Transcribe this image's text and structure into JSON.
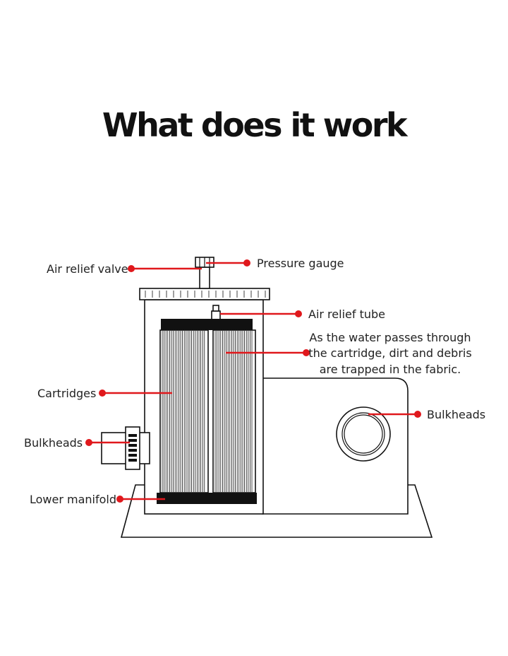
{
  "title": "What does it work",
  "labels": {
    "air_relief_valve": "Air relief valve",
    "pressure_gauge": "Pressure gauge",
    "air_relief_tube": "Air relief tube",
    "water_note_line1": "As the water passes through",
    "water_note_line2": "the cartridge, dirt and debris",
    "water_note_line3": "are trapped in the fabric.",
    "cartridges": "Cartridges",
    "bulkheads_left": "Bulkheads",
    "bulkheads_right": "Bulkheads",
    "lower_manifold": "Lower manifold"
  },
  "colors": {
    "accent": "#e0181c",
    "ink": "#111111",
    "background": "#ffffff"
  }
}
